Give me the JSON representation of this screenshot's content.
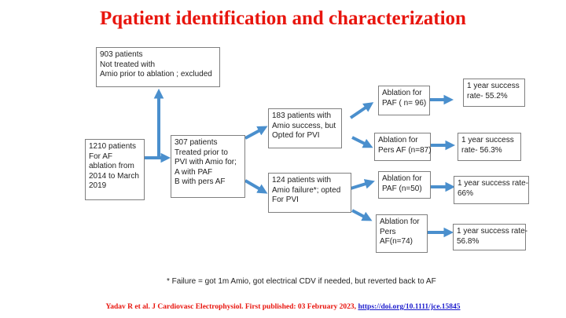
{
  "title": "Pqatient identification and characterization",
  "boxes": {
    "excluded": [
      "903 patients",
      "Not treated with",
      "Amio prior to ablation ; excluded"
    ],
    "total": [
      "1210 patients",
      "For AF",
      "ablation from",
      "2014 to March",
      "2019"
    ],
    "treated": [
      "307 patients",
      "Treated prior to",
      "PVI with Amio for;",
      "A with PAF",
      "B with pers AF"
    ],
    "amio_success": [
      "183 patients with",
      "Amio success, but",
      "Opted for PVI"
    ],
    "amio_failure": [
      "124 patients with",
      "Amio failure*; opted",
      "For PVI"
    ],
    "ablation_paf_1": [
      "Ablation for",
      "PAF ( n= 96)"
    ],
    "ablation_pers_1": [
      "Ablation for",
      "Pers AF (n=87)"
    ],
    "ablation_paf_2": [
      "Ablation for",
      "PAF (n=50)"
    ],
    "ablation_pers_2": [
      "Ablation for",
      "Pers",
      "AF(n=74)"
    ],
    "success_1": [
      "1 year success",
      "rate- 55.2%"
    ],
    "success_2": [
      "1 year success",
      "rate- 56.3%"
    ],
    "success_3": [
      "1 year success rate-",
      "66%"
    ],
    "success_4": [
      "1 year success rate-",
      "56.8%"
    ]
  },
  "footnote": "* Failure = got 1m Amio, got electrical CDV if needed, but reverted  back to AF",
  "citation": {
    "text": "Yadav R et al. J Cardiovasc Electrophysiol. First published: 03 February 2023, ",
    "doi": "https://doi.org/10.1111/jce.15845"
  },
  "colors": {
    "title": "#e8150e",
    "arrow": "#4a8fcd",
    "citation_link": "#1a1acc"
  }
}
